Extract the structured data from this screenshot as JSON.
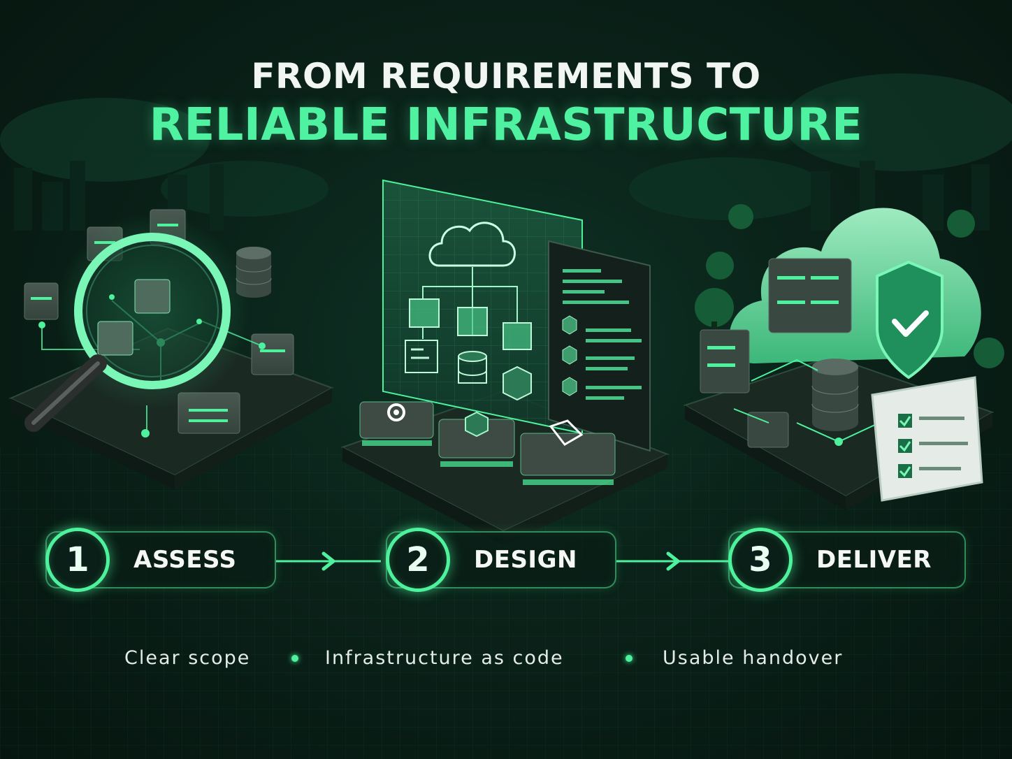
{
  "title": {
    "line1": "FROM REQUIREMENTS TO",
    "line2": "RELIABLE INFRASTRUCTURE"
  },
  "steps": [
    {
      "number": "1",
      "label": "ASSESS"
    },
    {
      "number": "2",
      "label": "DESIGN"
    },
    {
      "number": "3",
      "label": "DELIVER"
    }
  ],
  "features": [
    "Clear scope",
    "Infrastructure as code",
    "Usable handover"
  ],
  "colors": {
    "accent": "#4ef29c",
    "background": "#0a2219",
    "text": "#f2f6f3"
  },
  "icons": [
    "magnifier-icon",
    "server-icon",
    "database-icon",
    "cloud-icon",
    "gear-icon",
    "cube-icon",
    "document-icon",
    "shield-check-icon",
    "checklist-icon",
    "tree-icon"
  ]
}
